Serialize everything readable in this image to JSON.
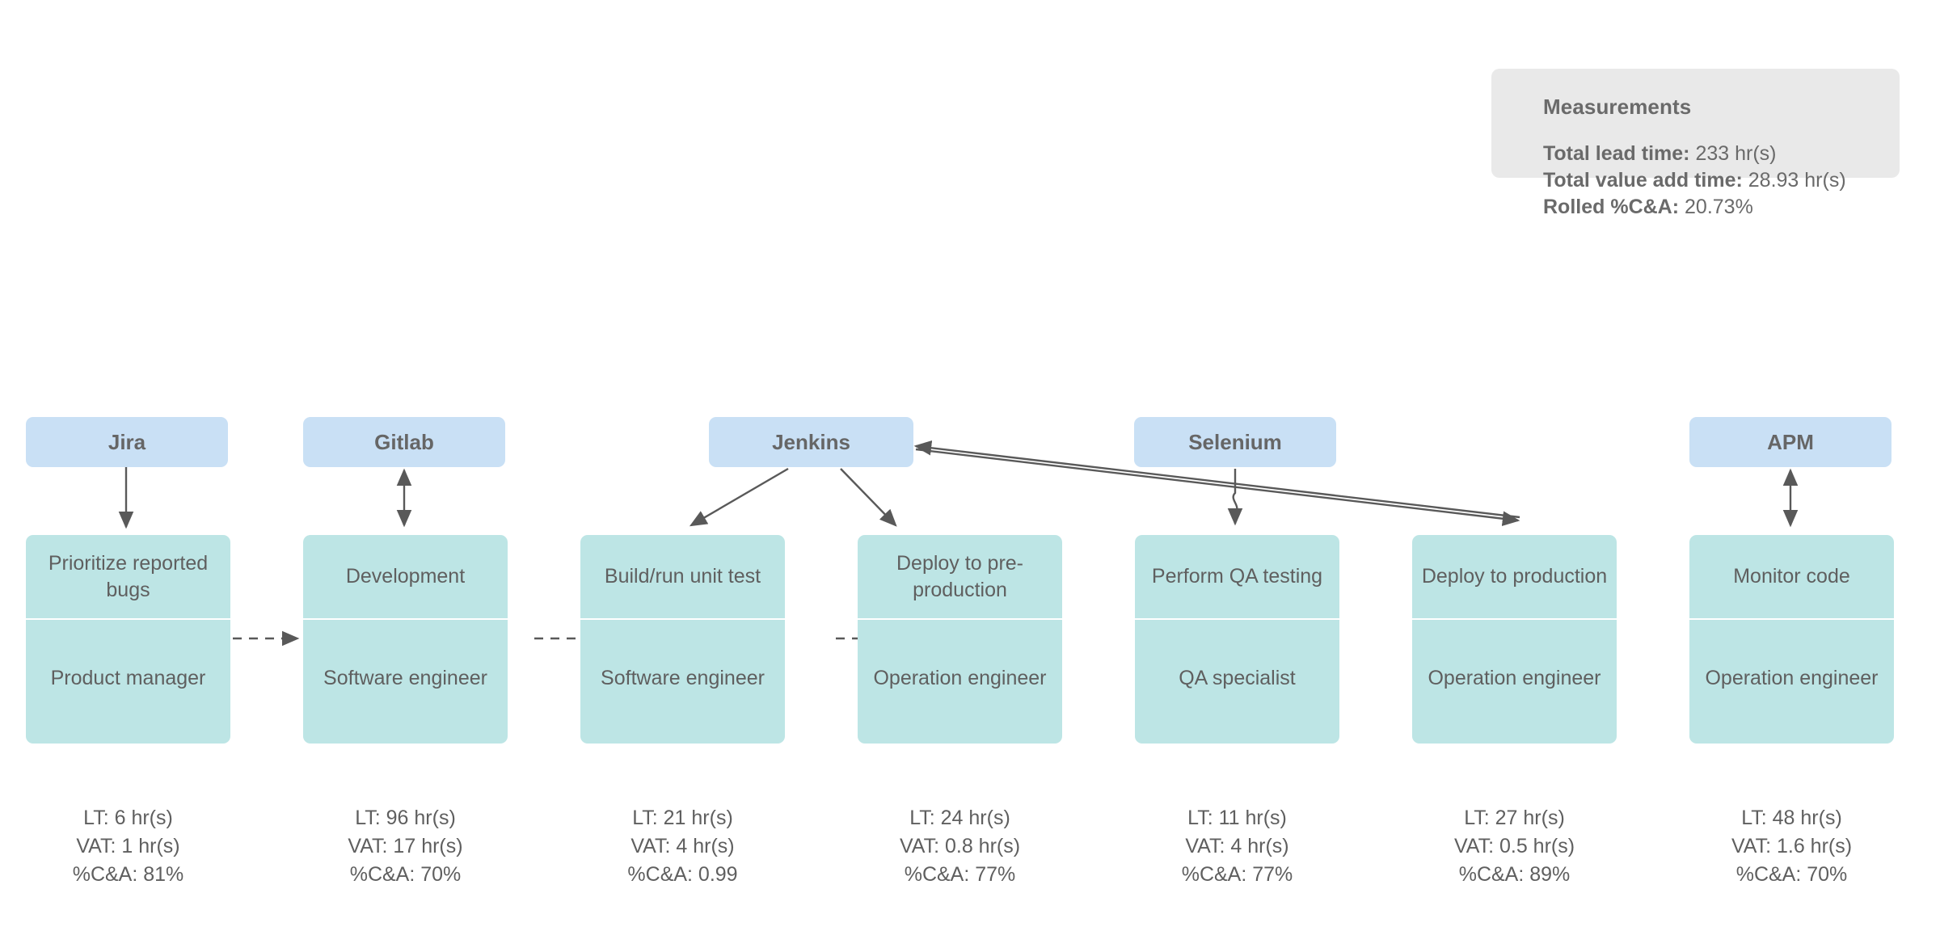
{
  "measurements": {
    "title": "Measurements",
    "rows": [
      {
        "label": "Total lead time:",
        "value": "233 hr(s)"
      },
      {
        "label": "Total value add time:",
        "value": "28.93 hr(s)"
      },
      {
        "label": "Rolled %C&A:",
        "value": "20.73%"
      }
    ]
  },
  "colors": {
    "tool_box": "#c9e0f5",
    "process_box": "#bde5e5",
    "panel_bg": "#e9e9e9",
    "text": "#5f5f5f",
    "arrow": "#595959"
  },
  "tools": [
    {
      "name": "Jira"
    },
    {
      "name": "Gitlab"
    },
    {
      "name": "Jenkins"
    },
    {
      "name": "Selenium"
    },
    {
      "name": "APM"
    }
  ],
  "processes": [
    {
      "activity": "Prioritize reported bugs",
      "role": "Product manager",
      "lead_time": "LT: 6 hr(s)",
      "value_add_time": "VAT: 1 hr(s)",
      "ca": "%C&A: 81%"
    },
    {
      "activity": "Development",
      "role": "Software engineer",
      "lead_time": "LT: 96 hr(s)",
      "value_add_time": "VAT: 17 hr(s)",
      "ca": "%C&A: 70%"
    },
    {
      "activity": "Build/run unit test",
      "role": "Software engineer",
      "lead_time": "LT: 21 hr(s)",
      "value_add_time": "VAT: 4 hr(s)",
      "ca": "%C&A: 0.99"
    },
    {
      "activity": "Deploy to pre-production",
      "role": "Operation engineer",
      "lead_time": "LT: 24 hr(s)",
      "value_add_time": "VAT: 0.8 hr(s)",
      "ca": "%C&A: 77%"
    },
    {
      "activity": "Perform QA testing",
      "role": "QA specialist",
      "lead_time": "LT: 11 hr(s)",
      "value_add_time": "VAT: 4 hr(s)",
      "ca": "%C&A: 77%"
    },
    {
      "activity": "Deploy to production",
      "role": "Operation engineer",
      "lead_time": "LT: 27 hr(s)",
      "value_add_time": "VAT: 0.5 hr(s)",
      "ca": "%C&A: 89%"
    },
    {
      "activity": "Monitor code",
      "role": "Operation engineer",
      "lead_time": "LT: 48 hr(s)",
      "value_add_time": "VAT: 1.6 hr(s)",
      "ca": "%C&A: 70%"
    }
  ]
}
